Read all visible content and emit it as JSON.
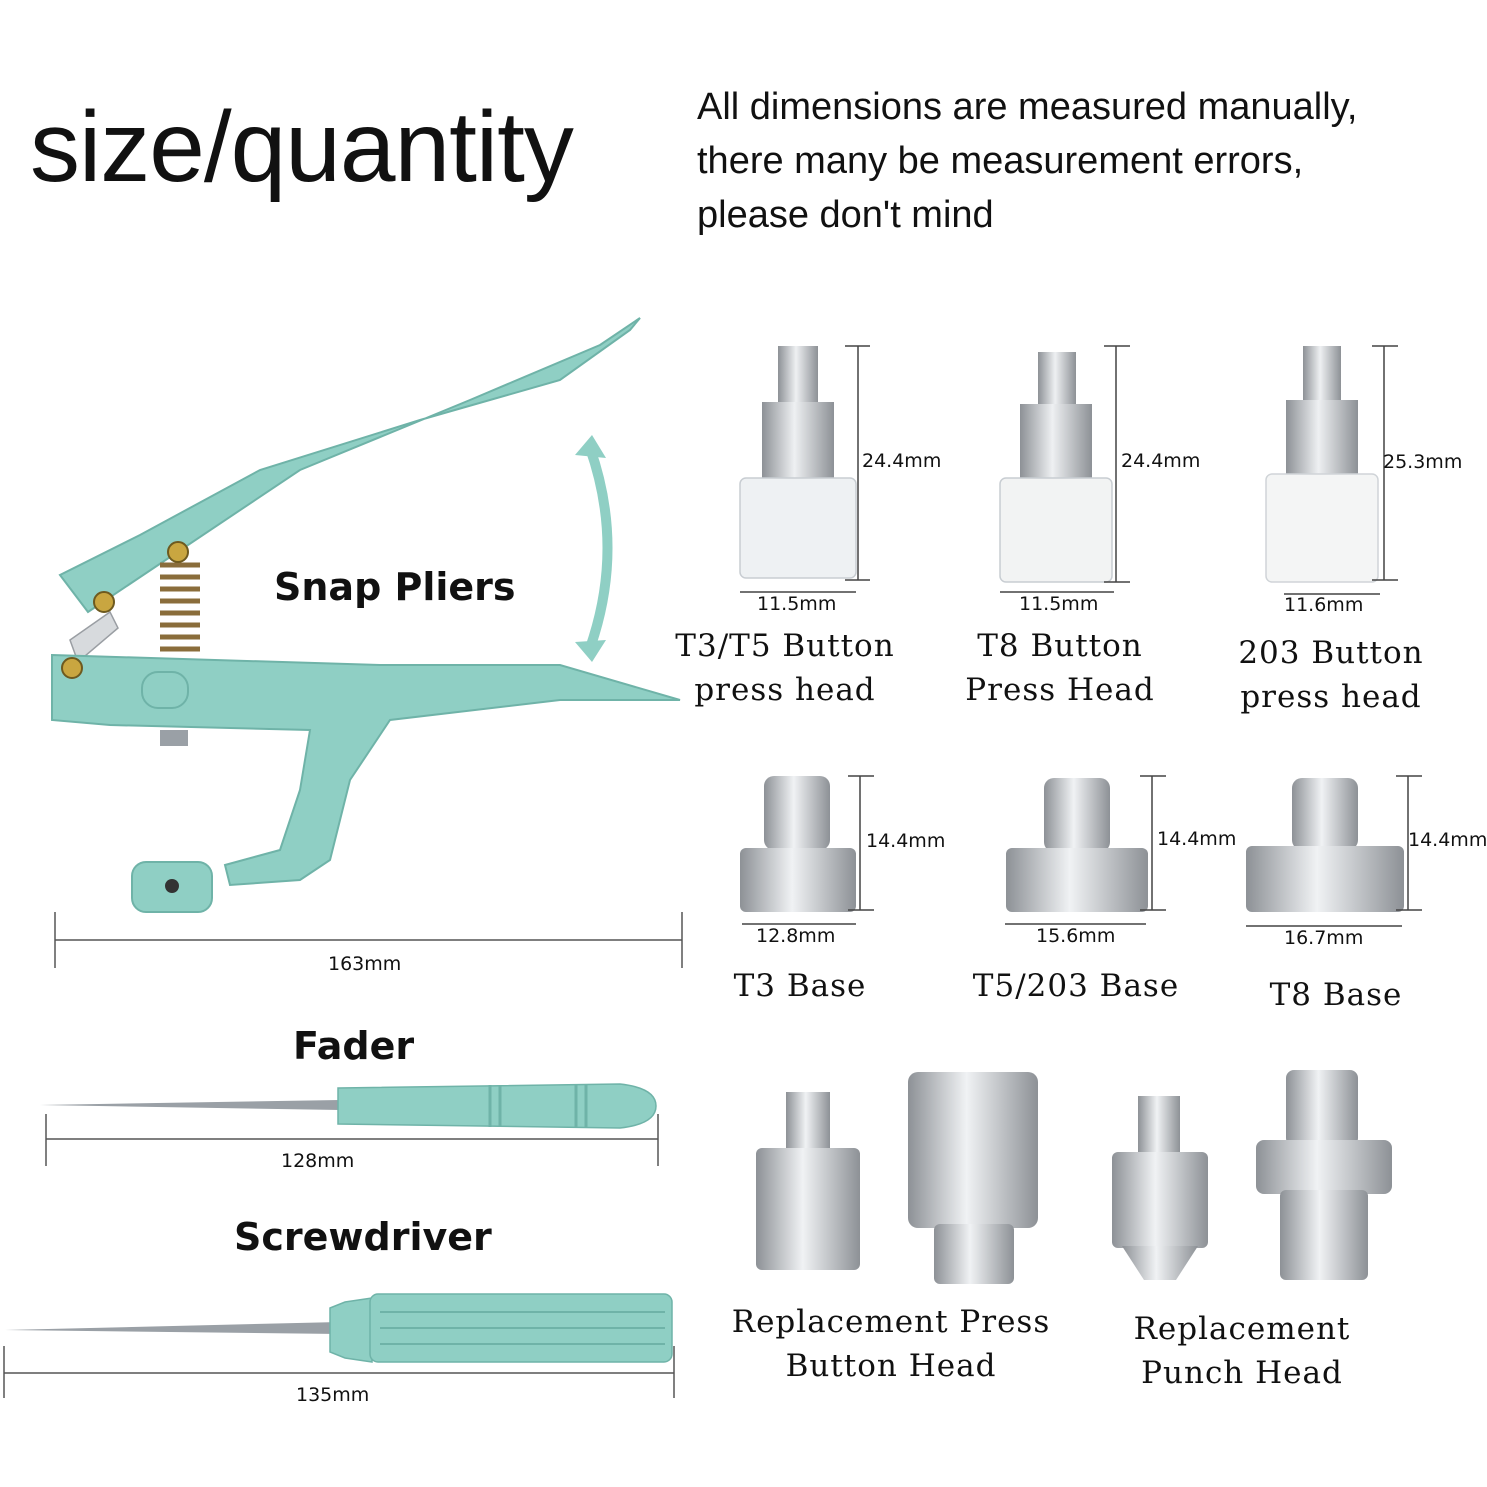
{
  "title": "size/quantity",
  "note": {
    "line1": "All dimensions are measured manually,",
    "line2": "there many be measurement errors,",
    "line3": "please don't mind"
  },
  "colors": {
    "tool_mint": "#8fcfc4",
    "tool_mint_dark": "#6fb3a8",
    "metal": "#c9ccd0",
    "metal_dark": "#8d9196",
    "nylon": "#f2f3f3"
  },
  "pliers": {
    "label": "Snap Pliers",
    "length": "163mm"
  },
  "fader": {
    "label": "Fader",
    "length": "128mm"
  },
  "screwdriver": {
    "label": "Screwdriver",
    "length": "135mm"
  },
  "press_heads": [
    {
      "height": "24.4mm",
      "width": "11.5mm",
      "caption1": "T3/T5 Button",
      "caption2": "press head"
    },
    {
      "height": "24.4mm",
      "width": "11.5mm",
      "caption1": "T8 Button",
      "caption2": "Press Head"
    },
    {
      "height": "25.3mm",
      "width": "11.6mm",
      "caption1": "203 Button",
      "caption2": "press head"
    }
  ],
  "bases": [
    {
      "height": "14.4mm",
      "width": "12.8mm",
      "caption": "T3 Base"
    },
    {
      "height": "14.4mm",
      "width": "15.6mm",
      "caption": "T5/203 Base"
    },
    {
      "height": "14.4mm",
      "width": "16.7mm",
      "caption": "T8 Base"
    }
  ],
  "replacement": [
    {
      "caption1": "Replacement Press",
      "caption2": "Button Head"
    },
    {
      "caption1": "Replacement",
      "caption2": "Punch Head"
    }
  ]
}
